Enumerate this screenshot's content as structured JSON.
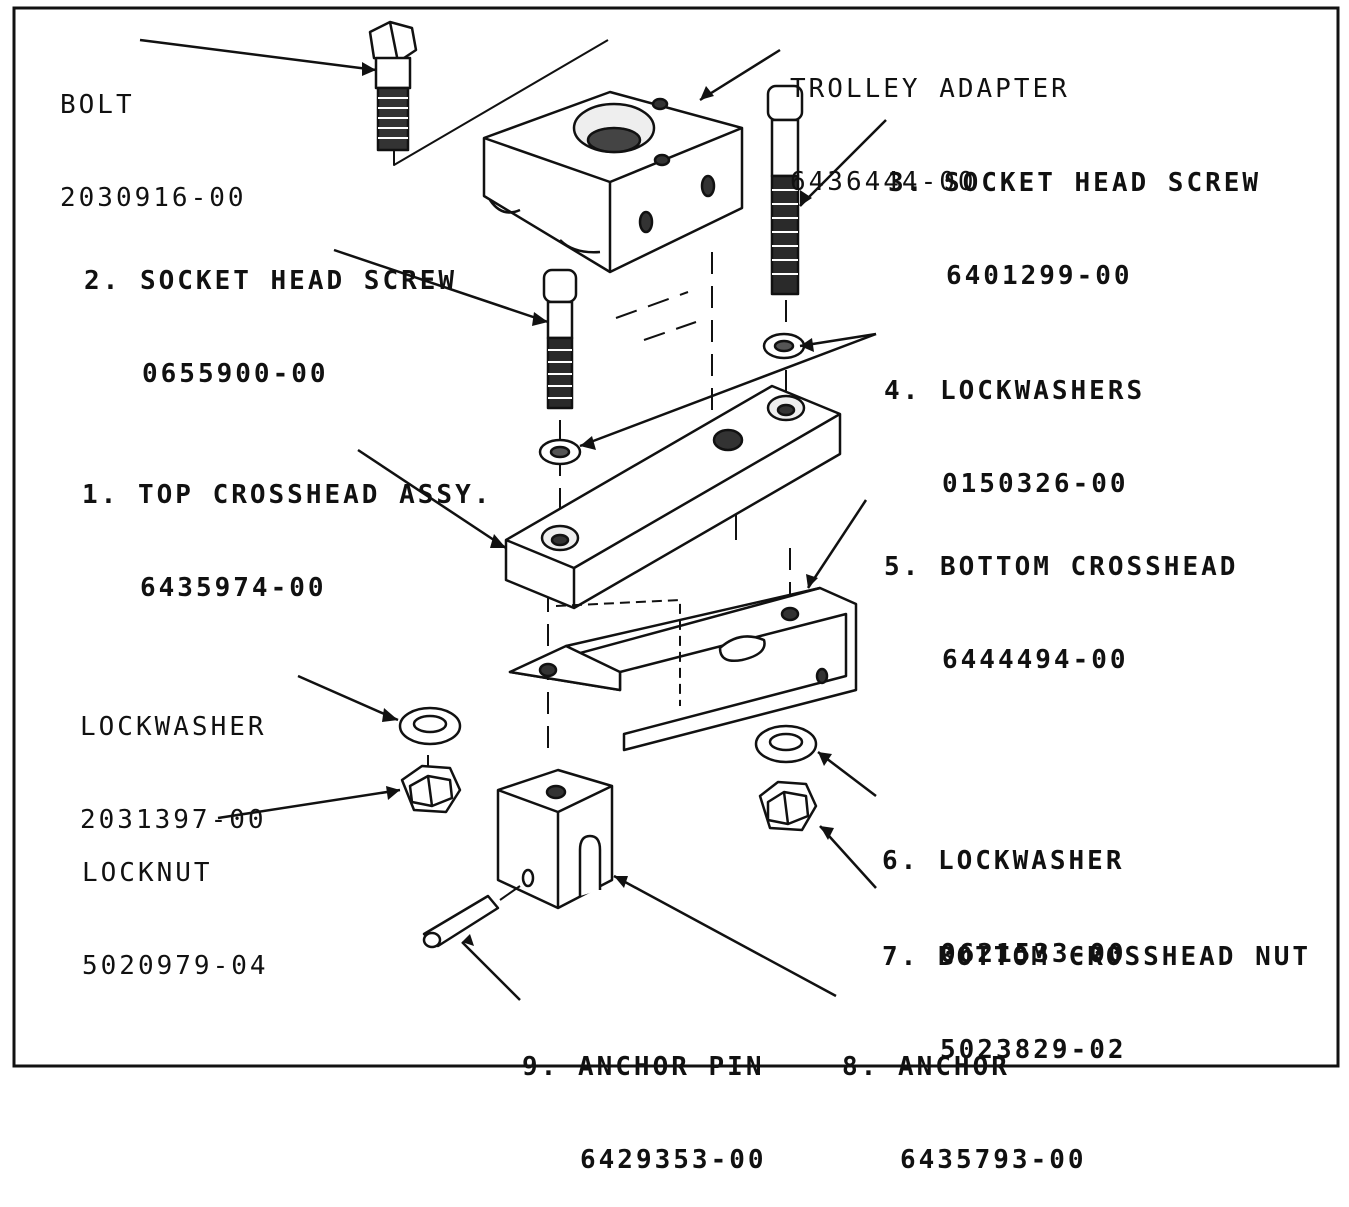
{
  "callouts": {
    "bolt": {
      "name": "BOLT",
      "part": "2030916-00"
    },
    "trolley_adapter": {
      "name": "TROLLEY ADAPTER",
      "part": "6436444-00"
    },
    "socket_head_screw_3": {
      "name": "3. SOCKET HEAD SCREW",
      "part": "6401299-00"
    },
    "socket_head_screw_2": {
      "name": "2. SOCKET HEAD SCREW",
      "part": "0655900-00"
    },
    "lockwashers_4": {
      "name": "4. LOCKWASHERS",
      "part": "0150326-00"
    },
    "top_crosshead": {
      "name": "1. TOP CROSSHEAD ASSY.",
      "part": "6435974-00"
    },
    "bottom_crosshead": {
      "name": "5. BOTTOM CROSSHEAD",
      "part": "6444494-00"
    },
    "lockwasher": {
      "name": "LOCKWASHER",
      "part": "2031397-00"
    },
    "locknut": {
      "name": "LOCKNUT",
      "part": "5020979-04"
    },
    "lockwasher_6": {
      "name": "6. LOCKWASHER",
      "part": "0621533-00"
    },
    "bottom_crosshead_nut": {
      "name": "7. BOTTOM CROSSHEAD NUT",
      "part": "5023829-02"
    },
    "anchor_pin": {
      "name": "9. ANCHOR PIN",
      "part": "6429353-00"
    },
    "anchor": {
      "name": "8. ANCHOR",
      "part": "6435793-00"
    }
  },
  "colors": {
    "ink": "#111111",
    "paper": "#ffffff",
    "shade": "#d8d8d8"
  }
}
